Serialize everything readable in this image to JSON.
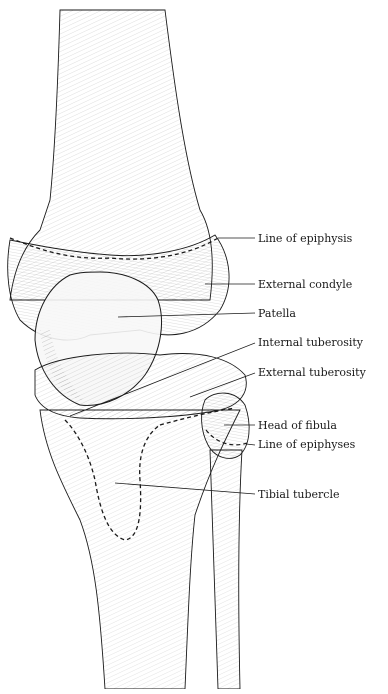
{
  "figure": {
    "description_labels": [
      {
        "id": "line-of-epiphysis",
        "text": "Line of epiphysis"
      },
      {
        "id": "external-condyle",
        "text": "External condyle"
      },
      {
        "id": "patella",
        "text": "Patella"
      },
      {
        "id": "internal-tuberosity",
        "text": "Internal tuberosity"
      },
      {
        "id": "external-tuberosity",
        "text": "External tuberosity"
      },
      {
        "id": "head-of-fibula",
        "text": "Head of fibula"
      },
      {
        "id": "line-of-epiphyses",
        "text": "Line of epiphyses"
      },
      {
        "id": "tibial-tubercle",
        "text": "Tibial tubercle"
      }
    ]
  },
  "colors": {
    "ink": "#1a1a1a",
    "shade": "#8a8a8a",
    "paper": "#ffffff"
  }
}
